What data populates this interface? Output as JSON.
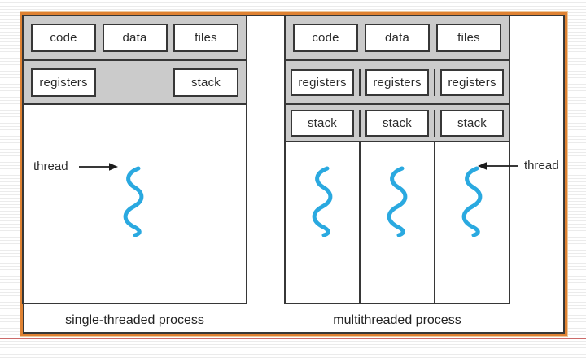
{
  "figure": {
    "left_panel": {
      "caption": "single-threaded process",
      "boxes_row1": [
        "code",
        "data",
        "files"
      ],
      "boxes_row2": [
        "registers",
        "stack"
      ],
      "thread_label": "thread"
    },
    "right_panel": {
      "caption": "multithreaded process",
      "boxes_row1": [
        "code",
        "data",
        "files"
      ],
      "boxes_row2": [
        "registers",
        "registers",
        "registers"
      ],
      "boxes_row3": [
        "stack",
        "stack",
        "stack"
      ],
      "thread_label": "thread",
      "thread_count": 3
    },
    "colors": {
      "frame_orange": "#df8233",
      "frame_inner_border": "#373737",
      "band_gray": "#cbcbcb",
      "thread_blue": "#2aa9e0",
      "underline_red": "#cc6b6a"
    }
  }
}
